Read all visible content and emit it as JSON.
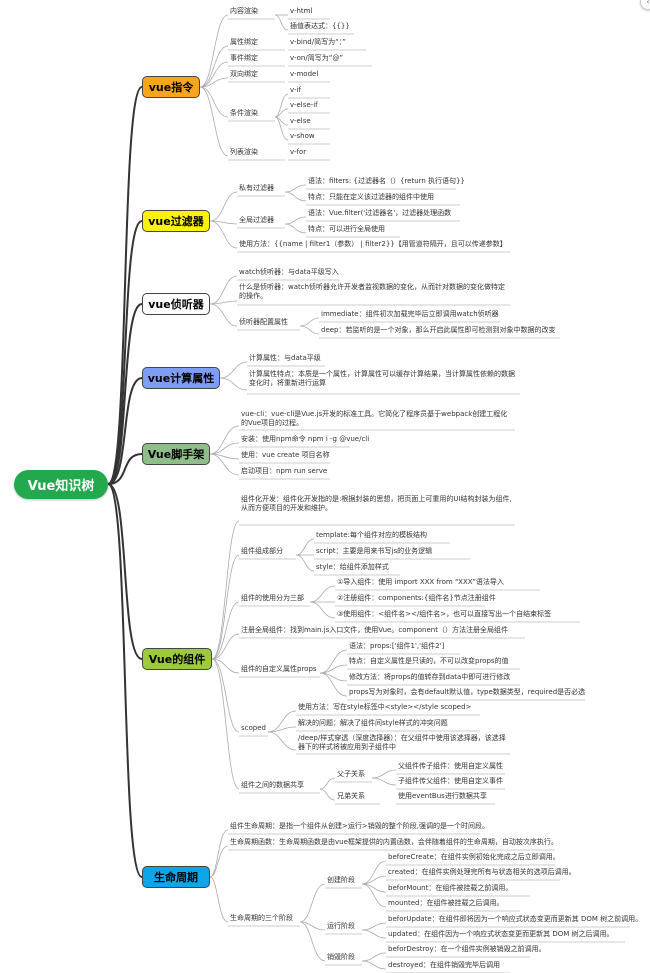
{
  "root": "Vue知识树",
  "branches": {
    "directives": {
      "title": "vue指令",
      "color": "#f8a51c",
      "text": "#222",
      "content_render": "内容渲染",
      "v_html": "v-html",
      "interp": "插值表达式：{{}}",
      "attr_bind": "属性绑定",
      "v_bind": "v-bind/简写为“：”",
      "event_bind": "事件绑定",
      "v_on": "v-on/简写为“@”",
      "two_way": "双向绑定",
      "v_model": "v-model",
      "cond_render": "条件渲染",
      "v_if": "v-if",
      "v_else_if": "v-else-if",
      "v_else": "v-else",
      "v_show": "v-show",
      "list_render": "列表渲染",
      "v_for": "v-for"
    },
    "filters": {
      "title": "vue过滤器",
      "color": "#fff20a",
      "text": "#222",
      "private": "私有过滤器",
      "private_syntax": "语法：filters: {过滤器名（）{return 执行语句}}",
      "private_feature": "特点：只能在定义该过滤器的组件中使用",
      "global": "全局过滤器",
      "global_syntax": "语法：Vue.filter('过滤器名'，过滤器处理函数",
      "global_feature": "特点：可以进行全局使用",
      "usage": "使用方法：{{name | filter1（参数） | filter2}}【用管道符隔开，且可以传递参数】"
    },
    "watchers": {
      "title": "vue侦听器",
      "color": "#ffffff",
      "text": "#222",
      "watch": "watch侦听器：与data平级写入",
      "what_is": "什么是侦听器：watch侦听器允许开发者监视数据的变化，从而针对数据的变化做特定的操作。",
      "config": "侦听器配置属性",
      "immediate": "immediate：组件初次加载完毕后立即调用watch侦听器",
      "deep": "deep：若监听的是一个对象，那么开启此属性即可检测到对象中数据的改变"
    },
    "computed": {
      "title": "vue计算属性",
      "color": "#7d9ef4",
      "text": "#222",
      "computed": "计算属性：与data平级",
      "feature": "计算属性特点：本质是一个属性，计算属性可以缓存计算结果，当计算属性依赖的数据变化时，将重新进行运算"
    },
    "cli": {
      "title": "Vue脚手架",
      "color": "#8fbe8a",
      "text": "#222",
      "vue_cli": "vue-cli：vue-cli是Vue.js开发的标准工具。它简化了程序员基于webpack创建工程化的Vue项目的过程。",
      "install": "安装：使用npm命令 npm i -g @vue/cli",
      "use": "使用：vue create 项目名称",
      "start": "启动项目：npm run serve"
    },
    "components": {
      "title": "Vue的组件",
      "color": "#9cca3c",
      "text": "#222",
      "dev": "组件化开发：组件化开发指的是:根据封装的思想，把页面上可重用的UI结构封装为组件,从而方便项目的开发和维护。",
      "parts": "组件组成部分",
      "template": "template:每个组件对应的模板结构",
      "script": "script：主要是用来书写js的业务逻辑",
      "style": "style：给组件添加样式",
      "use_steps": "组件的使用分为三部",
      "step1": "①导入组件：使用 import  XXX from  “XXX”语法导入",
      "step2": "②注册组件：components:{组件名}节点注册组件",
      "step3": "③使用组件：<组件名></组件名>，也可以直接写出一个自结束标签",
      "global_reg": "注册全局组件：找到main.js入口文件，使用Vue。component（）方法注册全局组件",
      "props": "组件的自定义属性props",
      "props_syntax": "语法：props:['组件1','组件2']",
      "props_feature": "特点：自定义属性是只读的，不可以改变props的值",
      "props_modify": "修改方法：将props的值转存到data中即可进行修改",
      "props_object": "props写为对象时，会有default默认值，type数据类型，required是否必选",
      "scoped": "scoped",
      "scoped_use": "使用方法：写在style标签中<style></style scoped>",
      "scoped_solve": "解决的问题：解决了组件间style样式的冲突问题",
      "scoped_deep": "/deep/样式穿透（深度选择器）：在父组件中使用该选择器，该选择器下的样式将被应用到子组件中",
      "data_share": "组件之间的数据共享",
      "parent_child": "父子关系",
      "p2c": "父组件传子组件：使用自定义属性",
      "c2p": "子组件传父组件：使用自定义事件",
      "siblings": "兄弟关系",
      "bus": "使用eventBus进行数据共享"
    },
    "lifecycle": {
      "title": "生命周期",
      "color": "#0ea5e9",
      "text": "#222",
      "period": "组件生命周期：是指一个组件从创建>运行>销毁的整个阶段,强调的是一个时间段。",
      "hooks": "生命周期函数：生命周期函数是由vue框架提供的内置函数，会伴随着组件的生命周期，自动按次序执行。",
      "three": "生命周期的三个阶段",
      "create": "创建阶段",
      "beforeCreate": "beforeCreate：在组件实例初始化完成之后立即调用。",
      "created": "created：在组件实例处理完所有与状态相关的选项后调用。",
      "beforeMount": "beforMount：在组件被挂载之前调用。",
      "mounted": "mounted：在组件被挂载之后调用。",
      "run": "运行阶段",
      "beforeUpdate": "beforUpdate：在组件即将因为一个响应式状态变更而更新其 DOM 树之前调用。",
      "updated": "updated：在组件因为一个响应式状态变更而更新其 DOM 树之后调用。",
      "destroy": "销毁阶段",
      "beforeDestroy": "beforDestroy：在一个组件实例被销毁之前调用。",
      "destroyed": "destroyed：在组件销毁完毕后调用"
    }
  }
}
